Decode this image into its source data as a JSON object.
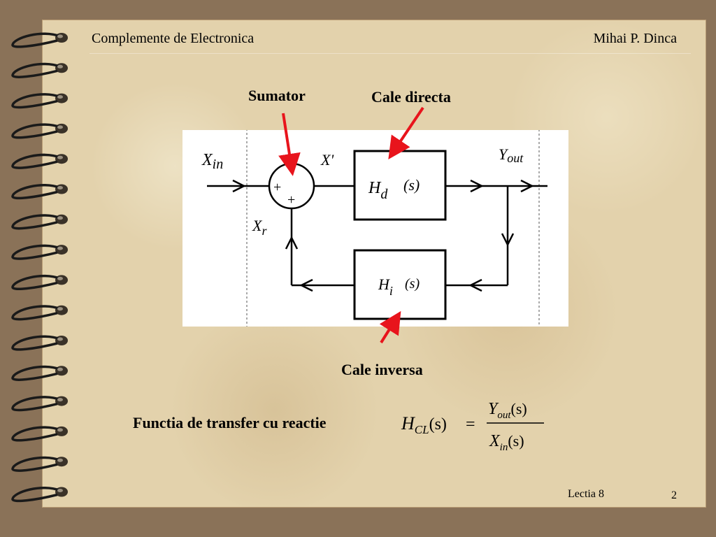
{
  "header": {
    "course": "Complemente de Electronica",
    "author": "Mihai P. Dinca"
  },
  "footer": {
    "lesson": "Lectia 8",
    "page_number": "2"
  },
  "labels": {
    "summer": "Sumator",
    "forward_path": "Cale directa",
    "feedback_path": "Cale inversa",
    "transfer_function": "Functia de transfer cu reactie"
  },
  "diagram": {
    "input": "X",
    "input_sub": "in",
    "summed": "X'",
    "feedback_signal": "X",
    "feedback_sub": "r",
    "output": "Y",
    "output_sub": "out",
    "forward_block": "H",
    "forward_sub": "d",
    "feedback_block": "H",
    "feedback_sub_block": "i",
    "s_arg": "(s)",
    "plus": "+"
  },
  "formula": {
    "lhs": "H",
    "lhs_sub": "CL",
    "lhs_arg": "(s)",
    "equals": "=",
    "num": "Y",
    "num_sub": "out",
    "num_arg": "(s)",
    "den": "X",
    "den_sub": "in",
    "den_arg": "(s)"
  },
  "colors": {
    "arrow": "#e8141c",
    "page": "#e3d2ac",
    "background": "#8a7258"
  }
}
